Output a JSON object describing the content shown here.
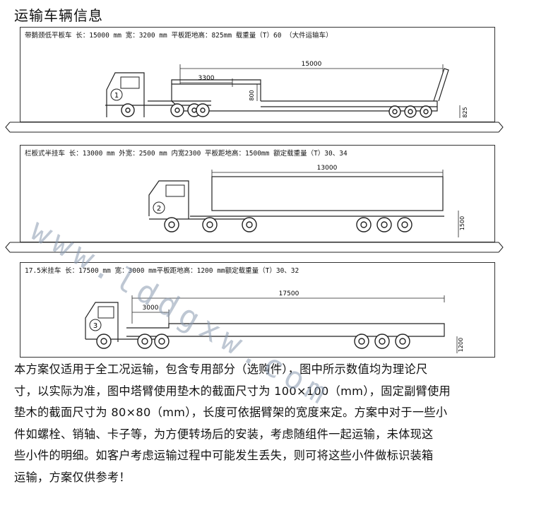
{
  "title": "运输车辆信息",
  "vehicles": [
    {
      "label": "带鹅颈低平板车  长：15000 mm 宽：3200 mm 平板距地高：825mm  载重量（T）60 （大件运输车）",
      "number": "1",
      "dims": [
        "15000",
        "3300",
        "800",
        "825"
      ]
    },
    {
      "label": "栏板式半挂车  长：13000 mm 外宽：2500 mm  内宽2300 平板距地高：1500mm  额定载重量（T）30、34",
      "number": "2",
      "dims": [
        "13000",
        "1500"
      ]
    },
    {
      "label": "17.5米挂车 长：17500 mm 宽：3000 mm平板距地高：1200 mm额定载重量（T）30、32",
      "number": "3",
      "dims": [
        "17500",
        "3000",
        "1200"
      ]
    }
  ],
  "paragraph_lines": [
    "本方案仅适用于全工况运输，包含专用部分（选购件），图中所示数值均为理论尺",
    "寸，以实际为准，图中塔臂使用垫木的截面尺寸为 100×100（mm），固定副臂使用",
    "垫木的截面尺寸为 80×80（mm），长度可依据臂架的宽度来定。方案中对于一些小",
    "件如螺栓、销轴、卡子等，为方便转场后的安装，考虑随组件一起运输，未体现这",
    "些小件的明细。如客户考虑运输过程中可能发生丢失，则可将这些小件做标识装箱",
    "运输，方案仅供参考！"
  ],
  "watermark": "www.lddgxw.com"
}
